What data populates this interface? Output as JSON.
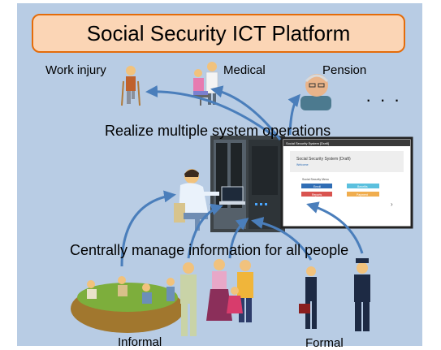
{
  "title": "Social Security ICT Platform",
  "labels": {
    "work_injury": "Work injury",
    "medical": "Medical",
    "pension": "Pension",
    "ellipsis": "· · ·",
    "informal": "Informal",
    "formal": "Formal"
  },
  "captions": {
    "operations": "Realize multiple system operations",
    "manage": "Centrally manage information for all people"
  },
  "screen": {
    "header": "Social Security System [Draft]",
    "subheader": "Social Security System (Draft)",
    "subtext": "Welcome",
    "menu_title": "Social Security Menu",
    "buttons": [
      "Enroll",
      "Benefits",
      "Reports",
      "Payment"
    ]
  },
  "colors": {
    "background": "#b8cce4",
    "title_fill": "#fbd5b5",
    "title_border": "#e46c0a",
    "arrow": "#4a7ebb"
  }
}
